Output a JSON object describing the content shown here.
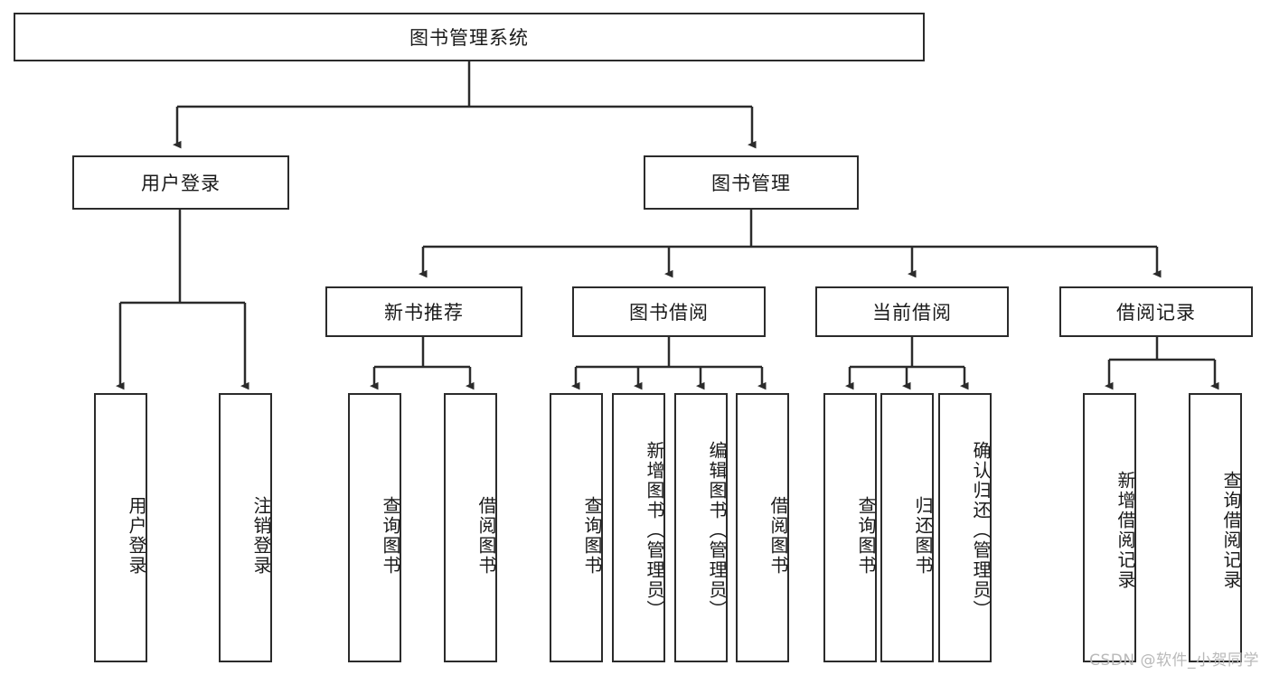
{
  "diagram": {
    "title": "图书管理系统",
    "watermark": "CSDN @软件_小贺同学",
    "colors": {
      "stroke": "#2b2b2b",
      "fill": "#ffffff",
      "text": "#1a1a1a",
      "watermark": "#b9b9b9"
    },
    "root": {
      "label": "图书管理系统",
      "orientation": "horizontal"
    },
    "level2": [
      {
        "label": "用户登录",
        "orientation": "horizontal"
      },
      {
        "label": "图书管理",
        "orientation": "horizontal"
      }
    ],
    "level3": [
      {
        "label": "新书推荐",
        "orientation": "horizontal"
      },
      {
        "label": "图书借阅",
        "orientation": "horizontal"
      },
      {
        "label": "当前借阅",
        "orientation": "horizontal"
      },
      {
        "label": "借阅记录",
        "orientation": "horizontal"
      }
    ],
    "leaves": {
      "user_login": [
        {
          "label": "用户登录",
          "orientation": "vertical"
        },
        {
          "label": "注销登录",
          "orientation": "vertical"
        }
      ],
      "new_book_recommend": [
        {
          "label": "查询图书",
          "orientation": "vertical"
        },
        {
          "label": "借阅图书",
          "orientation": "vertical"
        }
      ],
      "book_borrow": [
        {
          "label": "查询图书",
          "orientation": "vertical"
        },
        {
          "label": "新增图书（管理员）",
          "orientation": "vertical"
        },
        {
          "label": "编辑图书（管理员）",
          "orientation": "vertical"
        },
        {
          "label": "借阅图书",
          "orientation": "vertical"
        }
      ],
      "current_borrow": [
        {
          "label": "查询图书",
          "orientation": "vertical"
        },
        {
          "label": "归还图书",
          "orientation": "vertical"
        },
        {
          "label": "确认归还（管理员）",
          "orientation": "vertical"
        }
      ],
      "borrow_record": [
        {
          "label": "新增借阅记录",
          "orientation": "vertical"
        },
        {
          "label": "查询借阅记录",
          "orientation": "vertical"
        }
      ]
    }
  }
}
